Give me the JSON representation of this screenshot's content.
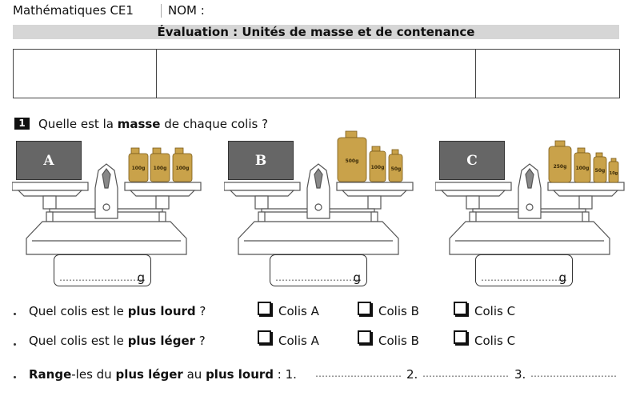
{
  "header": {
    "subject": "Mathématiques CE1",
    "nom_label": "NOM :"
  },
  "title": "Évaluation : Unités de masse et de contenance",
  "question1": {
    "number": "1",
    "text_before": "Quelle est la ",
    "text_bold": "masse",
    "text_after": " de chaque colis ?"
  },
  "scales": [
    {
      "package_label": "A",
      "weights": [
        "100g",
        "100g",
        "100g"
      ],
      "answer_dots": "………………………",
      "answer_unit": "g"
    },
    {
      "package_label": "B",
      "weights": [
        "500g",
        "100g",
        "50g"
      ],
      "answer_dots": "………………………",
      "answer_unit": "g"
    },
    {
      "package_label": "C",
      "weights": [
        "250g",
        "100g",
        "50g",
        "10g"
      ],
      "answer_dots": "………………………",
      "answer_unit": "g"
    }
  ],
  "heaviest": {
    "prefix": "Quel colis est le ",
    "bold": "plus lourd",
    "suffix": " ?",
    "options": [
      "Colis A",
      "Colis B",
      "Colis C"
    ]
  },
  "lightest": {
    "prefix": "Quel colis est le ",
    "bold": "plus léger",
    "suffix": " ?",
    "options": [
      "Colis A",
      "Colis B",
      "Colis C"
    ]
  },
  "ranking": {
    "bold1": "Range",
    "text1": "-les du ",
    "bold2": "plus léger",
    "text2": " au ",
    "bold3": "plus lourd",
    "text3": " : ",
    "slot1": "1.",
    "slot2": "2.",
    "slot3": "3.",
    "dots": "………………………"
  },
  "colors": {
    "title_band": "#d6d6d6",
    "package": "#666666",
    "weight_gold": "#c9a24a"
  }
}
